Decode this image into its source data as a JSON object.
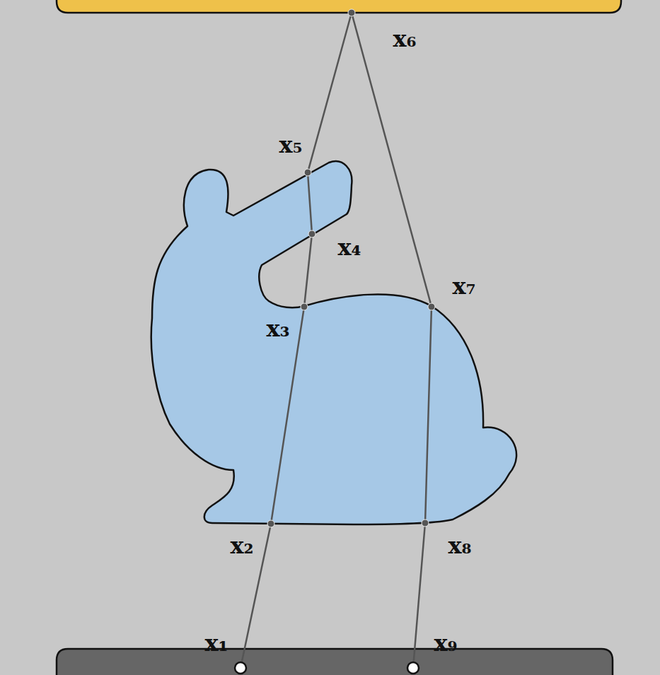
{
  "diagram": {
    "labels": [
      "x₁",
      "x₂",
      "x₃",
      "x₄",
      "x₅",
      "x₆",
      "x₇",
      "x₈",
      "x₉"
    ]
  }
}
